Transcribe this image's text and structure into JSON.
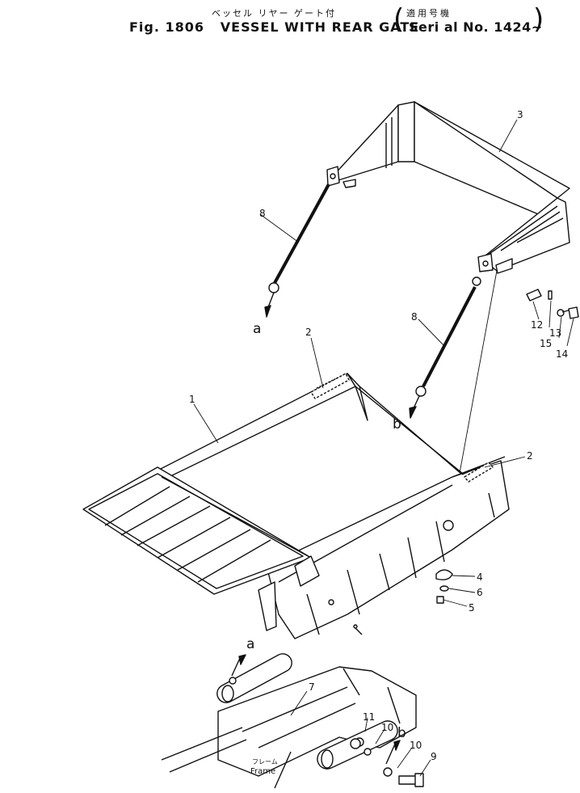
{
  "header": {
    "jp_title": "ベッセル リヤー ゲート付",
    "jp_applicable": "適用号機",
    "figure": "Fig. 1806",
    "title": "VESSEL WITH REAR GATE",
    "serial": "Seri al No. 1424~"
  },
  "callouts": {
    "c1": "1",
    "c2a": "2",
    "c2b": "2",
    "c3": "3",
    "c4": "4",
    "c5": "5",
    "c6": "6",
    "c7": "7",
    "c8a": "8",
    "c8b": "8",
    "c9": "9",
    "c10a": "10",
    "c10b": "10",
    "c11": "11",
    "c12": "12",
    "c13": "13",
    "c14": "14",
    "c15": "15"
  },
  "refs": {
    "a_top": "a",
    "a_bottom": "a",
    "b_mid": "b",
    "b_bottom": "b"
  },
  "frame_label": {
    "jp": "フレーム",
    "en": "Frame"
  }
}
